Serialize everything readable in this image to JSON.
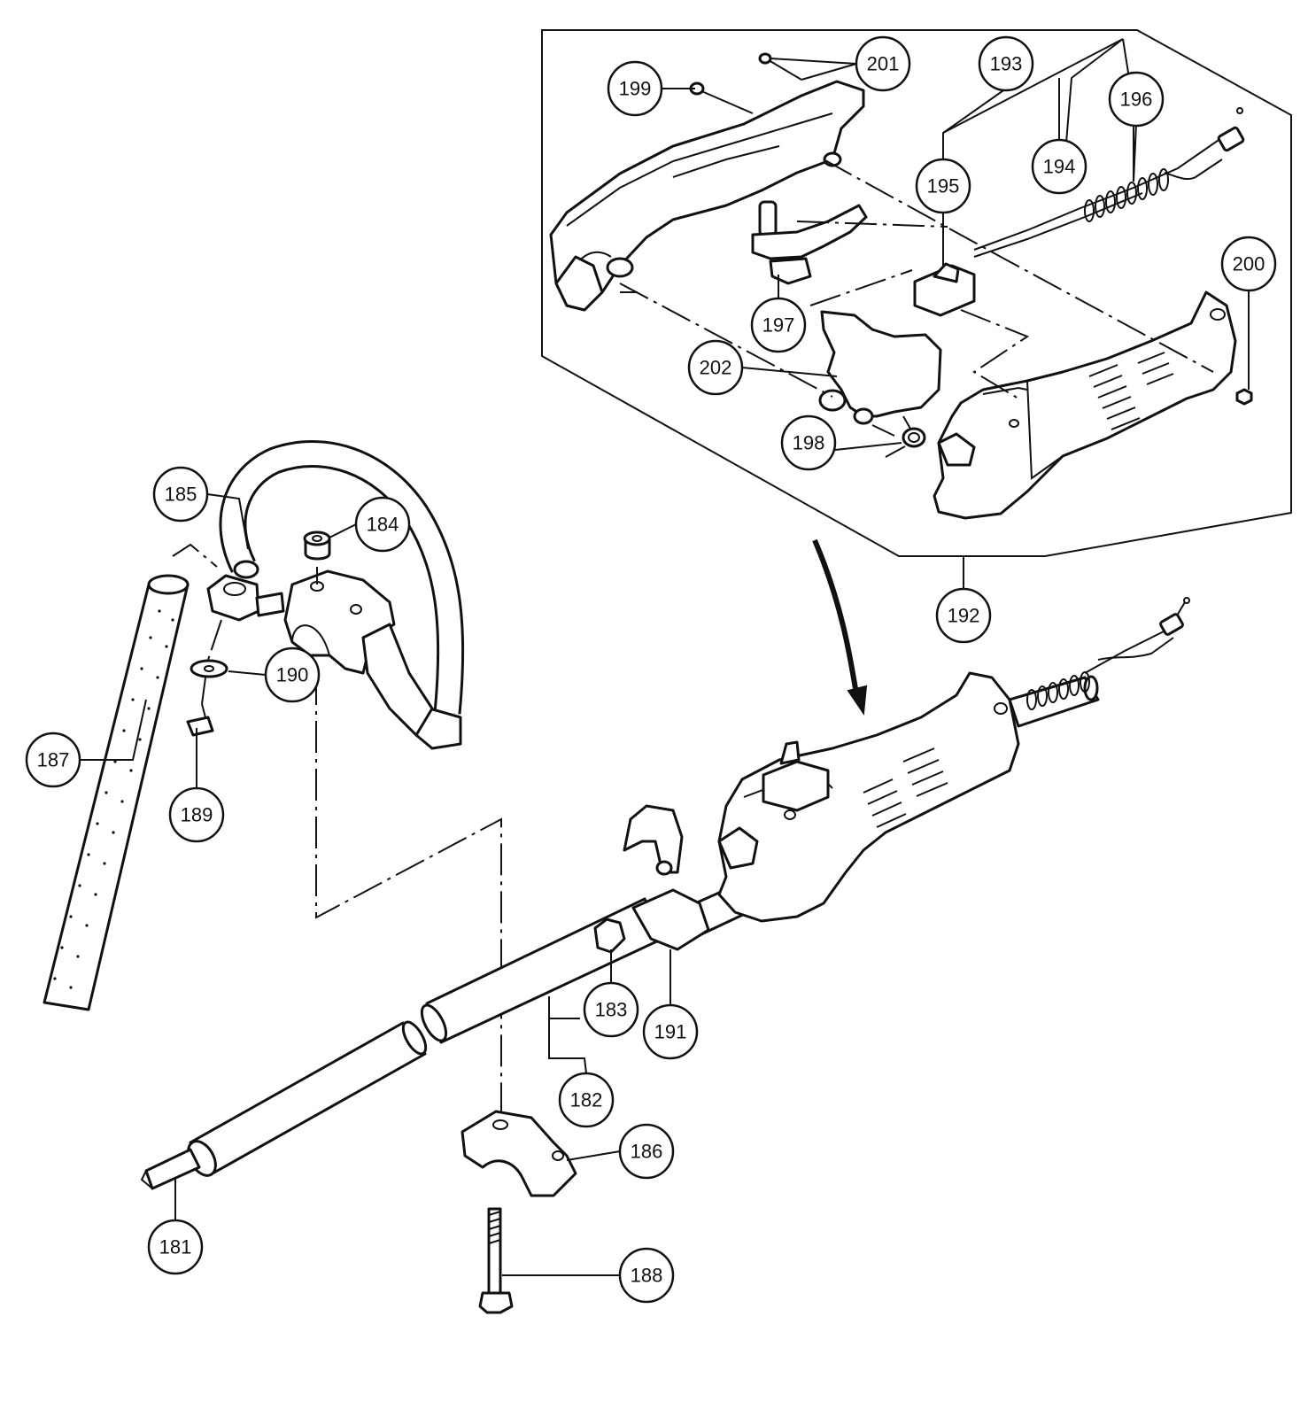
{
  "diagram": {
    "callouts": [
      {
        "id": "181",
        "label": "181"
      },
      {
        "id": "182",
        "label": "182"
      },
      {
        "id": "183",
        "label": "183"
      },
      {
        "id": "184",
        "label": "184"
      },
      {
        "id": "185",
        "label": "185"
      },
      {
        "id": "186",
        "label": "186"
      },
      {
        "id": "187",
        "label": "187"
      },
      {
        "id": "188",
        "label": "188"
      },
      {
        "id": "189",
        "label": "189"
      },
      {
        "id": "190",
        "label": "190"
      },
      {
        "id": "191",
        "label": "191"
      },
      {
        "id": "192",
        "label": "192"
      },
      {
        "id": "193",
        "label": "193"
      },
      {
        "id": "194",
        "label": "194"
      },
      {
        "id": "195",
        "label": "195"
      },
      {
        "id": "196",
        "label": "196"
      },
      {
        "id": "197",
        "label": "197"
      },
      {
        "id": "198",
        "label": "198"
      },
      {
        "id": "199",
        "label": "199"
      },
      {
        "id": "200",
        "label": "200"
      },
      {
        "id": "201",
        "label": "201"
      },
      {
        "id": "202",
        "label": "202"
      }
    ]
  }
}
